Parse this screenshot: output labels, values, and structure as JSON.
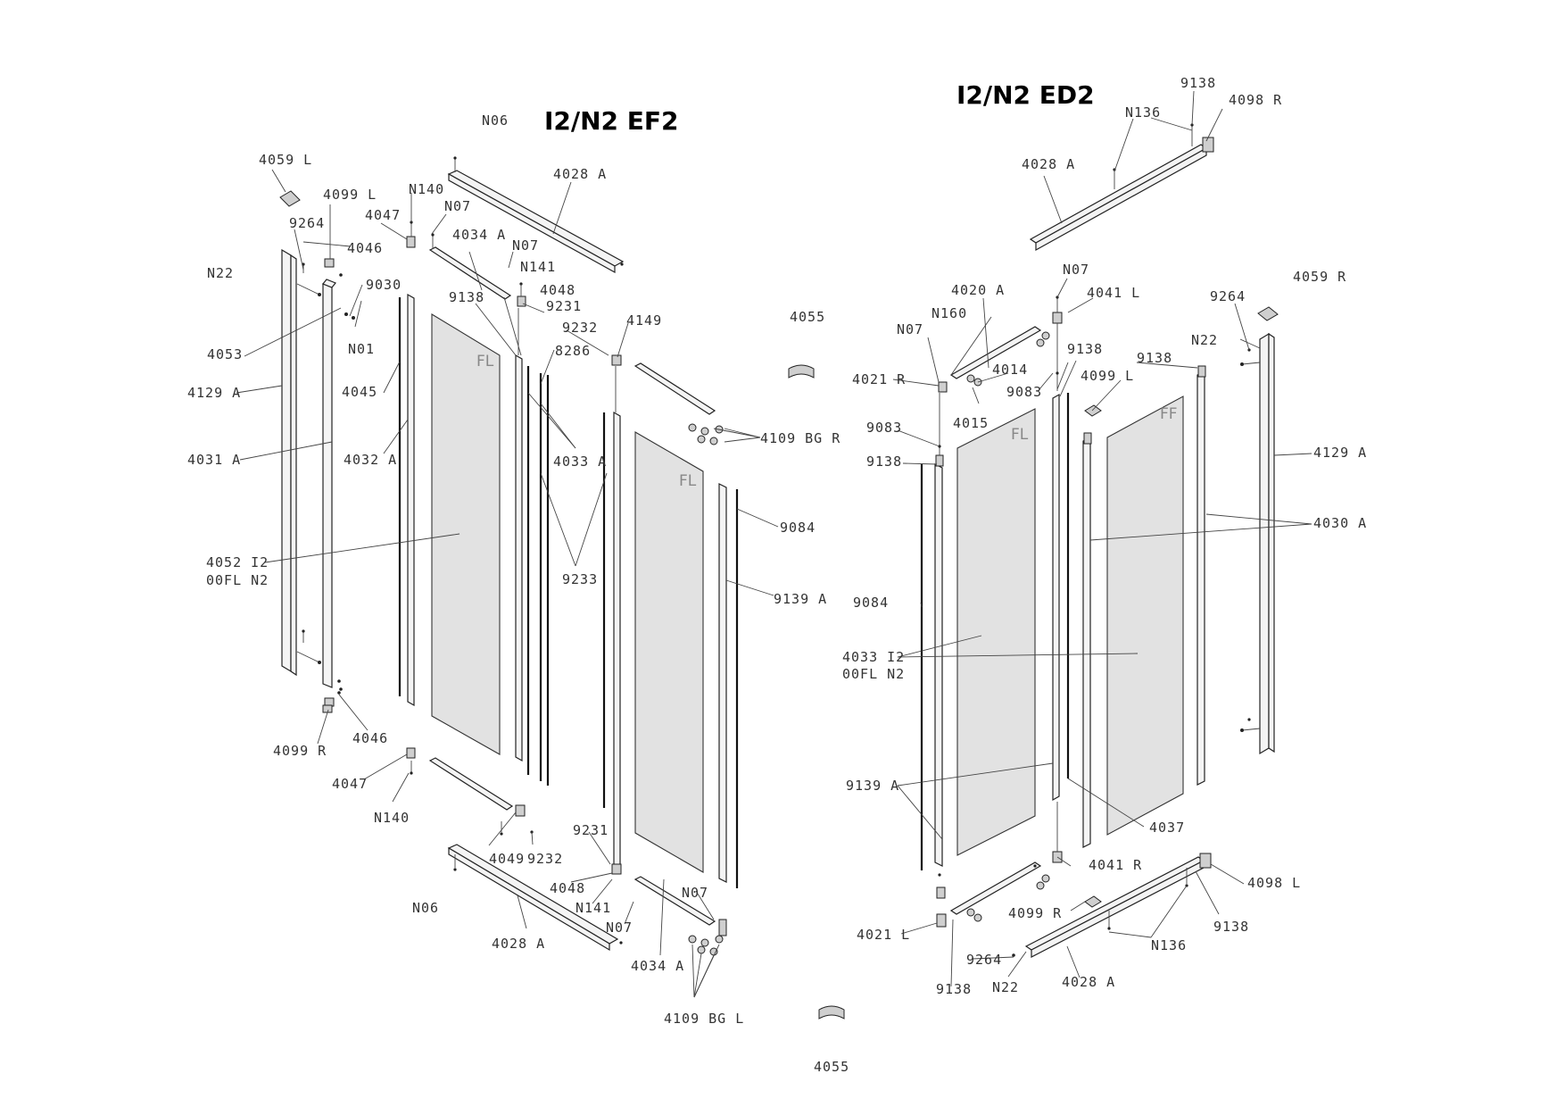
{
  "titles": {
    "left": "I2/N2 EF2",
    "right": "I2/N2 ED2"
  },
  "glass_labels": {
    "left_fixed": "FL",
    "left_door": "FL",
    "right_fixed": "FL",
    "right_door": "FF"
  },
  "labels": {
    "l_n06_top": "N06",
    "l_4059l": "4059 L",
    "l_4099l": "4099 L",
    "l_n140_top": "N140",
    "l_4028a_top": "4028 A",
    "l_4047_top": "4047",
    "l_n07_a": "N07",
    "l_9264": "9264",
    "l_4034a_top": "4034 A",
    "l_n07_b": "N07",
    "l_4046_top": "4046",
    "l_n141_top": "N141",
    "l_n22": "N22",
    "l_9030": "9030",
    "l_4048_top": "4048",
    "l_9138": "9138",
    "l_9231_top": "9231",
    "l_n01": "N01",
    "l_9232_top": "9232",
    "l_4149": "4149",
    "l_4053": "4053",
    "l_8286": "8286",
    "l_4045": "4045",
    "l_4129a": "4129 A",
    "l_4109bgr": "4109 BG R",
    "l_4031a": "4031 A",
    "l_4032a": "4032 A",
    "l_4033a": "4033 A",
    "l_9084": "9084",
    "l_4052_1": "4052 I2",
    "l_4052_2": "00FL N2",
    "l_9233": "9233",
    "l_9139a": "9139 A",
    "l_4099r": "4099 R",
    "l_4046_bot": "4046",
    "l_4047_bot": "4047",
    "l_n140_bot": "N140",
    "l_9231_bot": "9231",
    "l_4049": "4049",
    "l_9232_bot": "9232",
    "l_4048_bot": "4048",
    "l_n06_bot": "N06",
    "l_n141_bot": "N141",
    "l_n07_c": "N07",
    "l_n07_d": "N07",
    "l_4028a_bot": "4028 A",
    "l_4034a_bot": "4034 A",
    "l_4109bgl": "4109 BG L",
    "c_4055_top": "4055",
    "c_4055_bot": "4055",
    "r_9138_top": "9138",
    "r_4098r": "4098 R",
    "r_n136_top": "N136",
    "r_4028a_top": "4028 A",
    "r_n07_top": "N07",
    "r_4020a": "4020 A",
    "r_4041l": "4041 L",
    "r_4059r": "4059 R",
    "r_n160": "N160",
    "r_9264_top": "9264",
    "r_n07_b": "N07",
    "r_9138_b": "9138",
    "r_9138_c": "9138",
    "r_n22_top": "N22",
    "r_4014": "4014",
    "r_4021r": "4021 R",
    "r_9083_a": "9083",
    "r_4099l": "4099 L",
    "r_4015": "4015",
    "r_9083_b": "9083",
    "r_9138_d": "9138",
    "r_4129a": "4129 A",
    "r_4030a": "4030 A",
    "r_9084": "9084",
    "r_4033_1": "4033 I2",
    "r_4033_2": "00FL N2",
    "r_9139a": "9139 A",
    "r_4037": "4037",
    "r_4041r": "4041 R",
    "r_4098l": "4098 L",
    "r_4099r": "4099 R",
    "r_9138_e": "9138",
    "r_4021l": "4021 L",
    "r_n136_bot": "N136",
    "r_9264_bot": "9264",
    "r_n22_bot": "N22",
    "r_4028a_bot": "4028 A",
    "r_9138_f": "9138"
  }
}
